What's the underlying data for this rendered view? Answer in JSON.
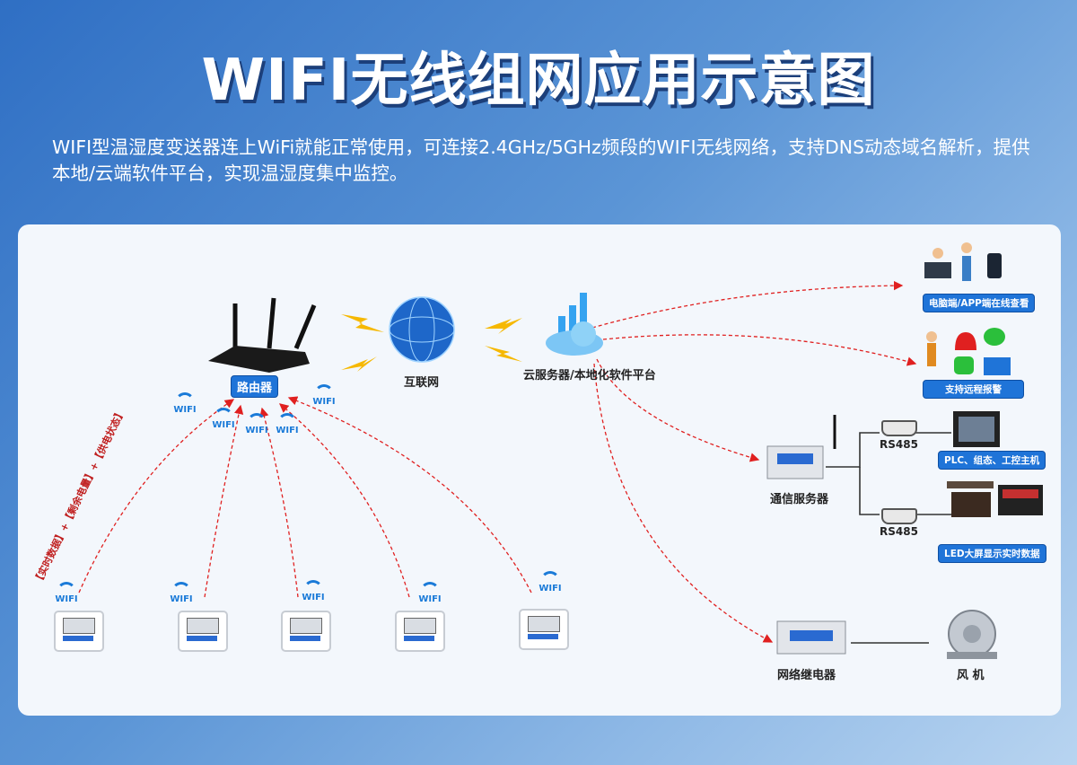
{
  "title": "WIFI无线组网应用示意图",
  "description": "WIFI型温湿度变送器连上WiFi就能正常使用，可连接2.4GHz/5GHz频段的WIFI无线网络，支持DNS动态域名解析，提供本地/云端软件平台，实现温湿度集中监控。",
  "nodes": {
    "router": "路由器",
    "internet": "互联网",
    "cloud": "云服务器/本地化软件平台",
    "pc_app": "电脑端/APP端在线查看",
    "alarm": "支持远程报警",
    "comm_server": "通信服务器",
    "plc": "PLC、组态、工控主机",
    "led": "LED大屏显示实时数据",
    "relay": "网络继电器",
    "fan": "风 机"
  },
  "rs485": [
    "RS485",
    "RS485"
  ],
  "wifi_label": "WIFI",
  "data_tags": "【实时数据】+【剩余电量】+【供电状态】",
  "colors": {
    "accent": "#1f74d8",
    "arrow": "#e02020",
    "title_shadow": "#1c3f7a"
  }
}
